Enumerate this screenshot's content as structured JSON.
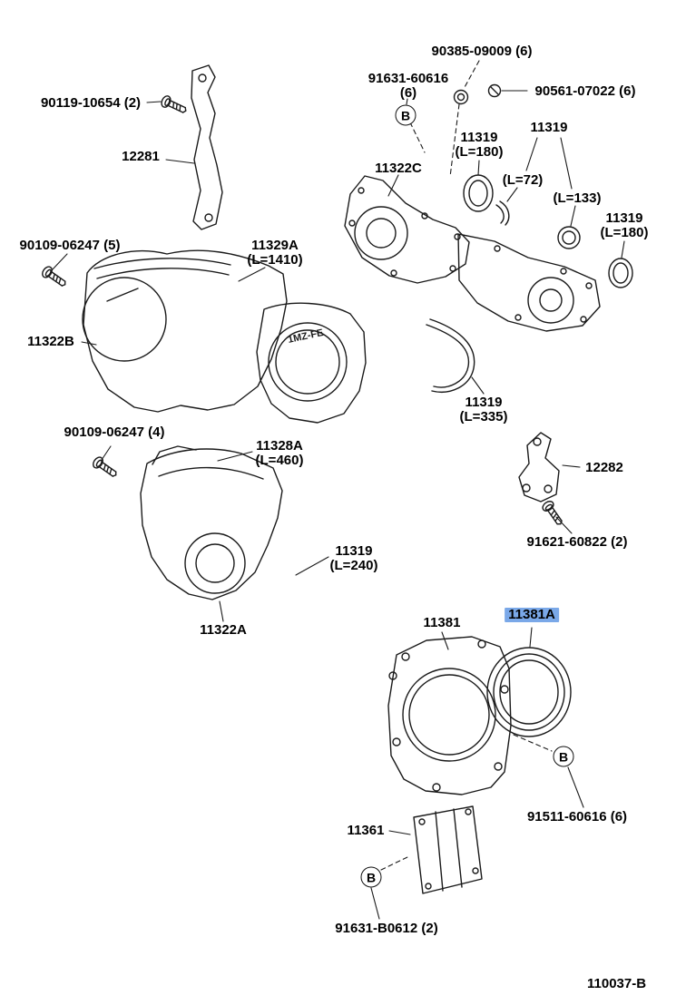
{
  "page": {
    "drawing_number": "110037-B"
  },
  "colors": {
    "background": "#ffffff",
    "line": "#1a1a1a",
    "highlight": "#7aa8e8"
  },
  "symbols": {
    "bolt_marker": "B",
    "engine_badge": "1MZ-FE"
  },
  "labels": [
    {
      "text": "90385-09009 (6)"
    },
    {
      "text": "91631-60616",
      "sub": "(6)"
    },
    {
      "text": "90561-07022 (6)"
    },
    {
      "text": "90119-10654 (2)"
    },
    {
      "text": "12281"
    },
    {
      "text": "11322C"
    },
    {
      "text": "11319",
      "sub": "(L=180)"
    },
    {
      "text": "11319"
    },
    {
      "text": "(L=72)"
    },
    {
      "text": "(L=133)"
    },
    {
      "text": "11319",
      "sub": "(L=180)"
    },
    {
      "text": "90109-06247 (5)"
    },
    {
      "text": "11329A",
      "sub": "(L=1410)"
    },
    {
      "text": "11322B"
    },
    {
      "text": "11319",
      "sub": "(L=335)"
    },
    {
      "text": "90109-06247 (4)"
    },
    {
      "text": "11328A",
      "sub": "(L=460)"
    },
    {
      "text": "12282"
    },
    {
      "text": "91621-60822 (2)"
    },
    {
      "text": "11319",
      "sub": "(L=240)"
    },
    {
      "text": "11322A"
    },
    {
      "text": "11381"
    },
    {
      "text": "11381A",
      "highlighted": true
    },
    {
      "text": "91511-60616 (6)"
    },
    {
      "text": "11361"
    },
    {
      "text": "91631-B0612 (2)"
    }
  ]
}
